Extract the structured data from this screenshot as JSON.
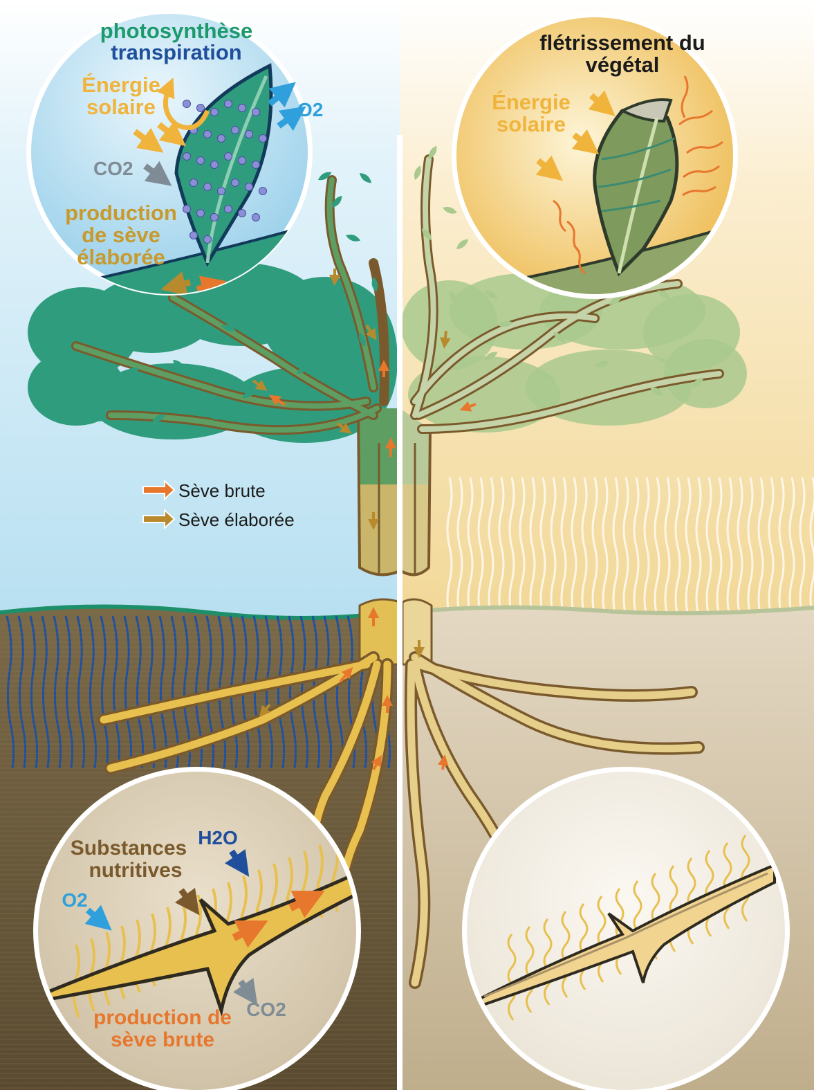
{
  "top_left_bubble": {
    "title_line1": "photosynthèse",
    "title_line2": "transpiration",
    "energy_line1": "Énergie",
    "energy_line2": "solaire",
    "o2": "O2",
    "co2": "CO2",
    "production_line1": "production",
    "production_line2": "de sève",
    "production_line3": "élaborée"
  },
  "top_right_bubble": {
    "title_line1": "flétrissement du",
    "title_line2": "végétal",
    "energy_line1": "Énergie",
    "energy_line2": "solaire"
  },
  "legend": {
    "raw_sap": "Sève brute",
    "elaborated_sap": "Sève élaborée"
  },
  "bottom_left_bubble": {
    "h2o": "H2O",
    "nutrients_line1": "Substances",
    "nutrients_line2": "nutritives",
    "o2": "O2",
    "co2": "CO2",
    "production_line1": "production de",
    "production_line2": "sève brute"
  },
  "colors": {
    "sky": "#bfe3f2",
    "sand": "#f4dca0",
    "soil_left": "#6b5a3c",
    "soil_right": "#d9cbb3",
    "branch": "#7a5a2c",
    "canopy": "#2f9d7d",
    "root": "#e8c04f",
    "raw_sap_arrow": "#e8772e",
    "elaborated_sap_arrow": "#b88a2e",
    "green_title": "#1d9a6c",
    "blue_title": "#1f4f9c",
    "solar": "#f0b43c",
    "production": "#c89a2e",
    "o2": "#2fa0dc",
    "co2": "#7f8c95",
    "nutrients": "#7a5a2c",
    "raw_prod": "#e8772e"
  }
}
